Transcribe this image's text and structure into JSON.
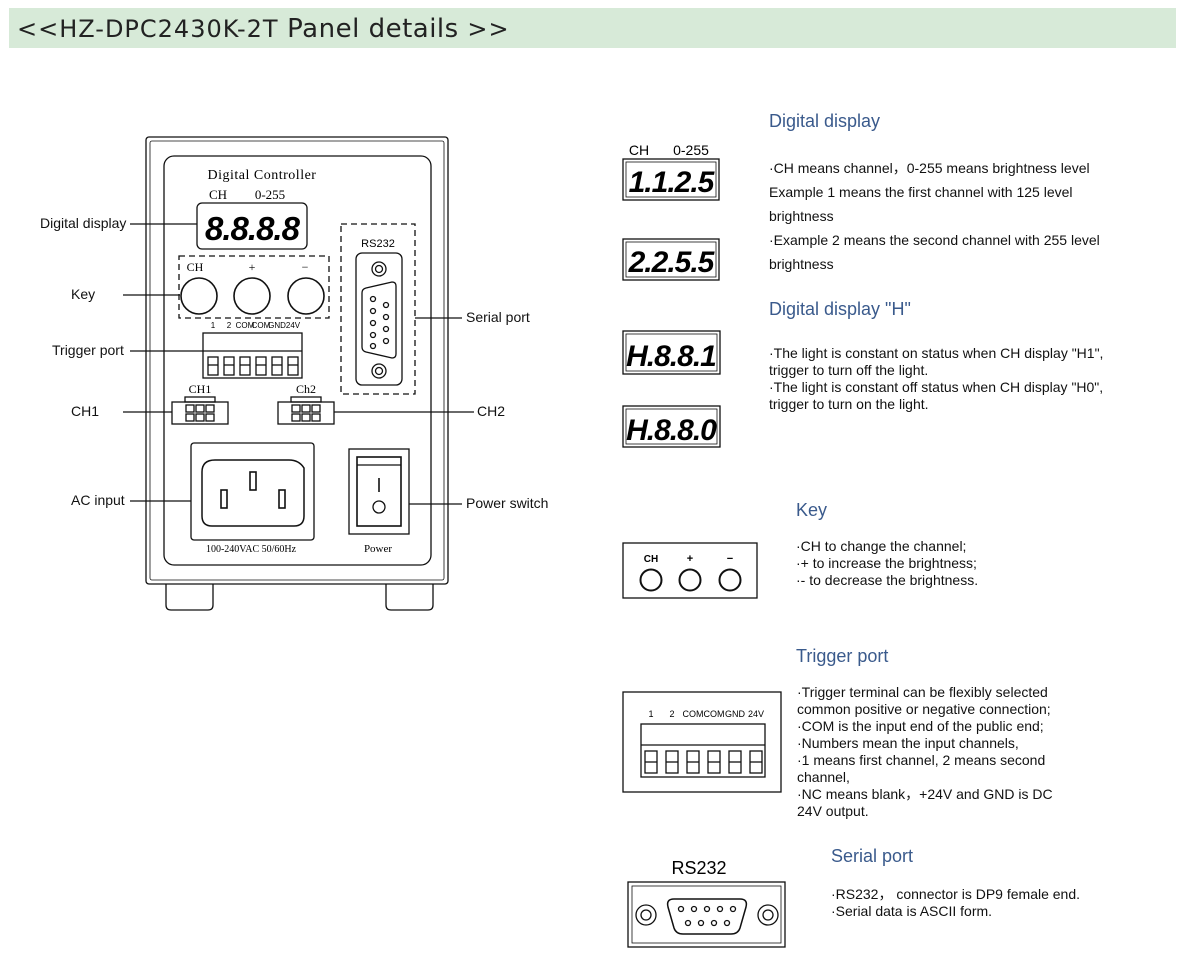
{
  "banner": {
    "prefix": "<<HZ-DPC2430K-2T ",
    "title": "Panel details",
    "suffix": " >>"
  },
  "device": {
    "panel_title": "Digital Controller",
    "display_header_ch": "CH",
    "display_header_range": "0-255",
    "display_digits": "8.8.8.8",
    "key_labels": [
      "CH",
      "+",
      "−"
    ],
    "trigger_pins": [
      "1",
      "2",
      "COM",
      "COM",
      "GND",
      "24V"
    ],
    "rs232_label": "RS232",
    "ch1_label": "CH1",
    "ch2_label": "Ch2",
    "ac_rating": "100-240VAC 50/60Hz",
    "power_label": "Power",
    "switch_mark": "I"
  },
  "callouts": {
    "digital_display": "Digital display",
    "key": "Key",
    "trigger_port": "Trigger port",
    "ch1": "CH1",
    "ac_input": "AC input",
    "serial_port": "Serial port",
    "ch2": "CH2",
    "power_switch": "Power switch"
  },
  "digital_display_section": {
    "heading": "Digital display",
    "header_ch": "CH",
    "header_range": "0-255",
    "example1_digits": "1.1.2.5",
    "example2_digits": "2.2.5.5",
    "lines": [
      "·CH means channel，0-255 means brightness level",
      "Example 1 means the first channel with 125 level",
      "brightness",
      "·Example 2 means the second channel with 255 level",
      "brightness"
    ]
  },
  "h_display_section": {
    "heading": "Digital display \"H\"",
    "display1_digits": "H.8.8.1",
    "display2_digits": "H.8.8.0",
    "lines": [
      "·The light is constant on status when CH display \"H1\",",
      " trigger to turn off the light.",
      "·The light is constant off status when CH display \"H0\",",
      " trigger to turn on the light."
    ]
  },
  "key_section": {
    "heading": "Key",
    "key_labels": [
      "CH",
      "+",
      "−"
    ],
    "lines": [
      "·CH  to change the channel;",
      "·+ to increase the brightness;",
      "·- to decrease the brightness."
    ]
  },
  "trigger_section": {
    "heading": "Trigger port",
    "pins": [
      "1",
      "2",
      "COM",
      "COM",
      "GND",
      "24V"
    ],
    "lines": [
      "·Trigger terminal can be flexibly selected",
      " common positive or negative connection;",
      "·COM is the input end of the public end;",
      "·Numbers mean the input channels,",
      "·1 means first channel, 2 means second",
      " channel,",
      "·NC means blank，+24V and GND is DC",
      " 24V output."
    ]
  },
  "serial_section": {
    "heading": "Serial port",
    "connector_label": "RS232",
    "lines": [
      "·RS232， connector is DP9 female end.",
      "·Serial data is ASCII form."
    ]
  },
  "colors": {
    "banner_bg": "#d7ead8",
    "heading": "#3a5a8c",
    "line": "#111111"
  }
}
